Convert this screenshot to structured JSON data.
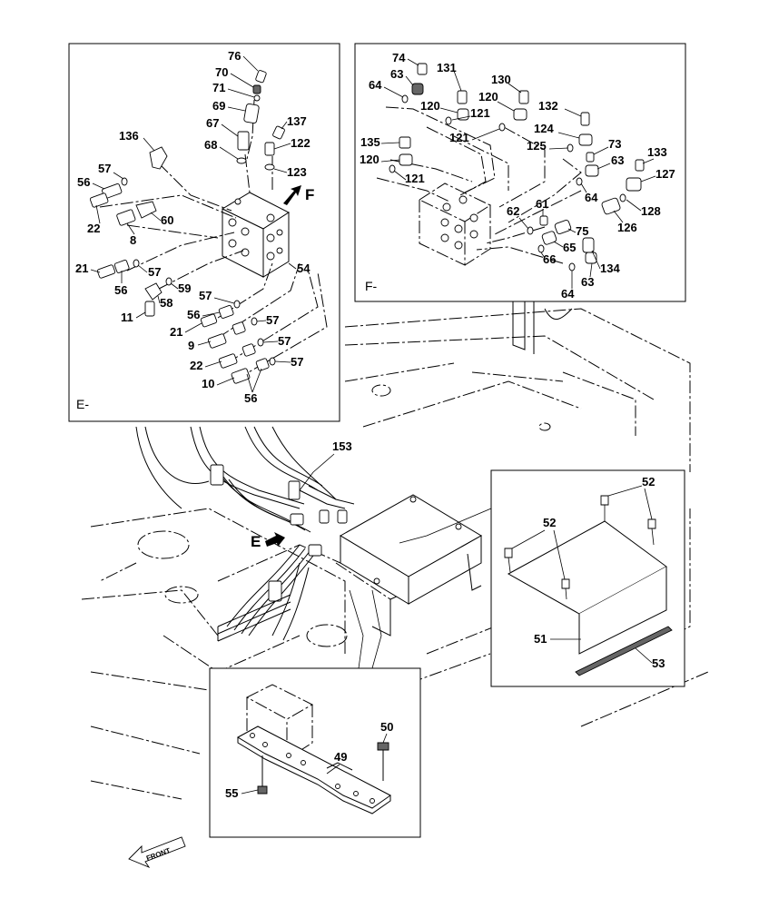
{
  "diagram": {
    "panels": {
      "e_detail": {
        "label": "E-"
      },
      "f_detail": {
        "label": "F-"
      }
    },
    "view_markers": {
      "e": "E",
      "f": "F"
    },
    "front_arrow": {
      "text": "FRONT"
    },
    "callouts_e": [
      "76",
      "70",
      "71",
      "69",
      "67",
      "137",
      "136",
      "68",
      "122",
      "123",
      "57",
      "56",
      "60",
      "22",
      "8",
      "54",
      "21",
      "57",
      "56",
      "59",
      "58",
      "11",
      "57",
      "56",
      "57",
      "21",
      "9",
      "57",
      "22",
      "57",
      "10",
      "56"
    ],
    "callouts_f": [
      "74",
      "63",
      "131",
      "130",
      "64",
      "120",
      "120",
      "121",
      "132",
      "121",
      "135",
      "124",
      "125",
      "73",
      "133",
      "120",
      "63",
      "127",
      "121",
      "64",
      "61",
      "128",
      "62",
      "75",
      "126",
      "65",
      "66",
      "134",
      "63",
      "64"
    ],
    "callouts_main": [
      "153",
      "52",
      "52",
      "51",
      "53",
      "50",
      "49",
      "55"
    ]
  }
}
